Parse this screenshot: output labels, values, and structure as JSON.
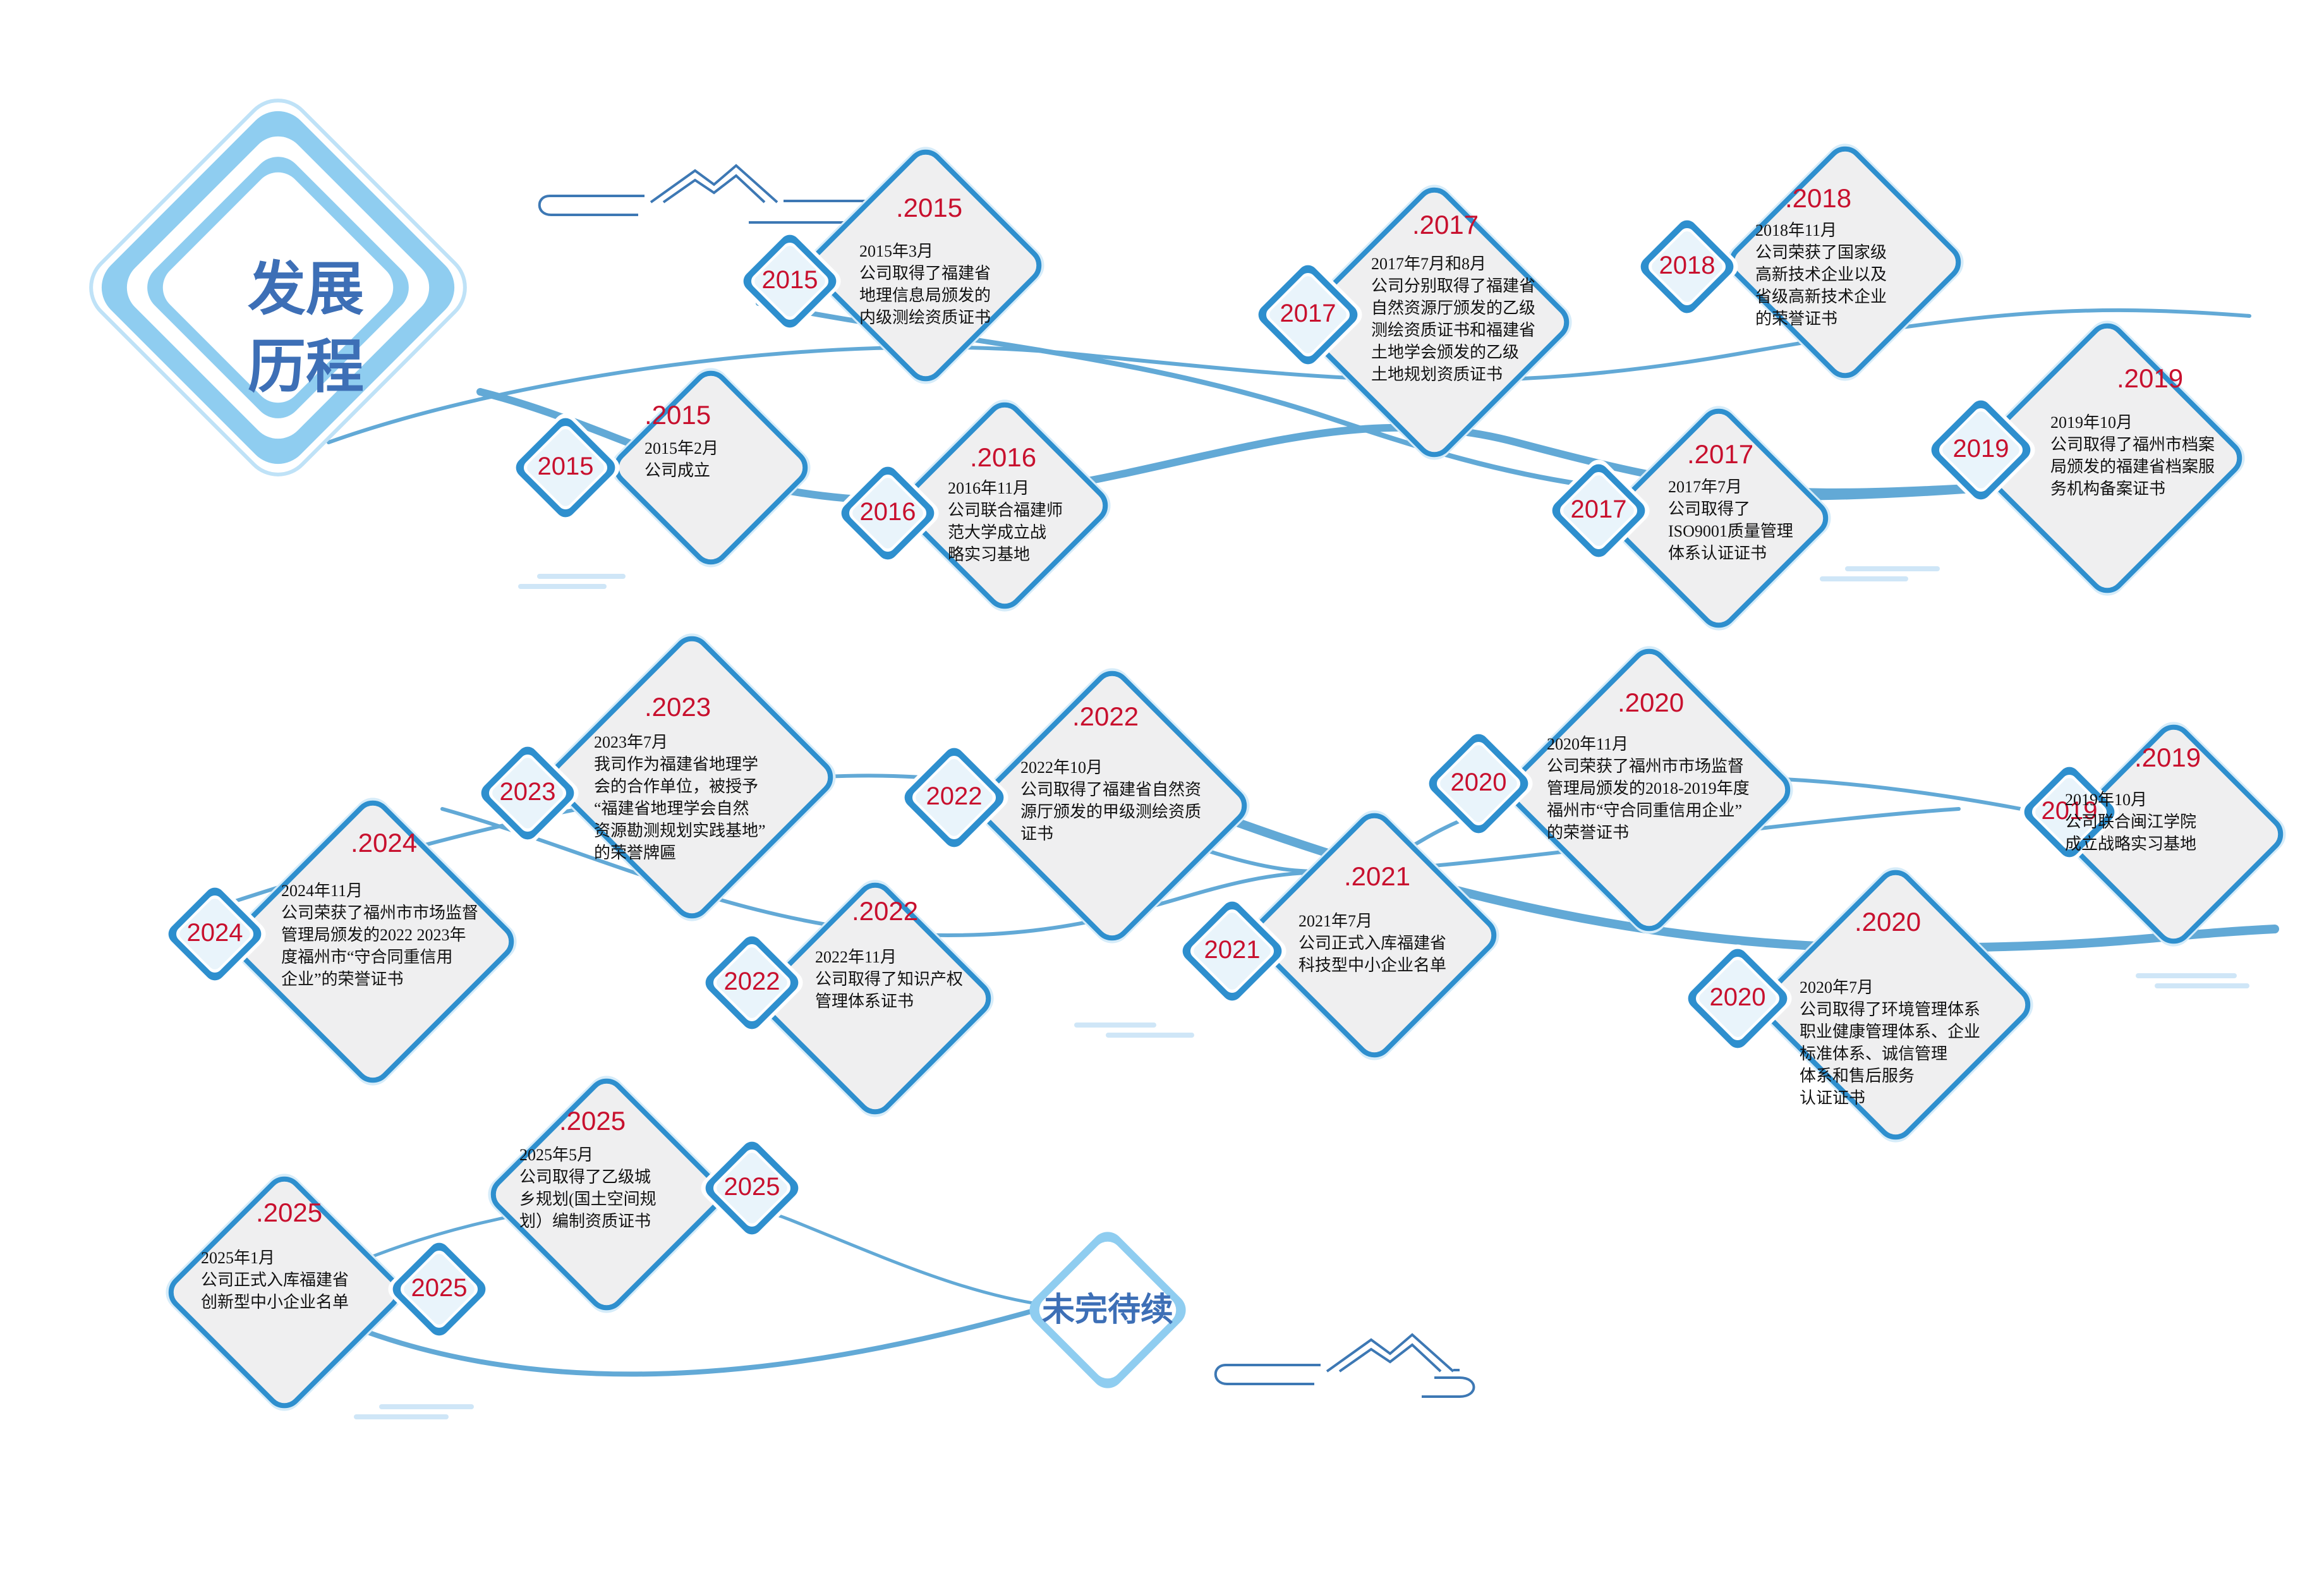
{
  "title": {
    "line1": "发展",
    "line2": "历程"
  },
  "end_label": "未完待续",
  "colors": {
    "primary_blue": "#2e8fce",
    "light_blue": "#8fcdf0",
    "card_fill": "#efeff0",
    "year_red": "#c8102e",
    "title_blue": "#3d6fb6"
  },
  "milestones": [
    {
      "badge": "2015",
      "year_label": ".2015",
      "lines": [
        "2015年2月",
        "公司成立"
      ]
    },
    {
      "badge": "2015",
      "year_label": ".2015",
      "lines": [
        "2015年3月",
        "公司取得了福建省",
        "地理信息局颁发的",
        "内级测绘资质证书"
      ]
    },
    {
      "badge": "2016",
      "year_label": ".2016",
      "lines": [
        "2016年11月",
        "公司联合福建师",
        "范大学成立战",
        "略实习基地"
      ]
    },
    {
      "badge": "2017",
      "year_label": ".2017",
      "lines": [
        "2017年7月和8月",
        "公司分别取得了福建省",
        "自然资源厅颁发的乙级",
        "测绘资质证书和福建省",
        "土地学会颁发的乙级",
        "土地规划资质证书"
      ]
    },
    {
      "badge": "2017",
      "year_label": ".2017",
      "lines": [
        "2017年7月",
        "公司取得了",
        "ISO9001质量管理",
        "体系认证证书"
      ]
    },
    {
      "badge": "2018",
      "year_label": ".2018",
      "lines": [
        "2018年11月",
        "公司荣获了国家级",
        "高新技术企业以及",
        "省级高新技术企业",
        "的荣誉证书"
      ]
    },
    {
      "badge": "2019",
      "year_label": ".2019",
      "lines": [
        "2019年10月",
        "公司取得了福州市档案",
        "局颁发的福建省档案服",
        "务机构备案证书"
      ]
    },
    {
      "badge": "2019",
      "year_label": ".2019",
      "lines": [
        "2019年10月",
        "公司联合闽江学院",
        "成立战略实习基地"
      ]
    },
    {
      "badge": "2020",
      "year_label": ".2020",
      "lines": [
        "2020年11月",
        "公司荣获了福州市市场监督",
        "管理局颁发的2018-2019年度",
        "福州市“守合同重信用企业”",
        "的荣誉证书"
      ]
    },
    {
      "badge": "2020",
      "year_label": ".2020",
      "lines": [
        "2020年7月",
        "公司取得了环境管理体系",
        "职业健康管理体系、企业",
        "标准体系、诚信管理",
        "体系和售后服务",
        "认证证书"
      ]
    },
    {
      "badge": "2021",
      "year_label": ".2021",
      "lines": [
        "2021年7月",
        "公司正式入库福建省",
        "科技型中小企业名单"
      ]
    },
    {
      "badge": "2022",
      "year_label": ".2022",
      "lines": [
        "2022年10月",
        "公司取得了福建省自然资",
        "源厅颁发的甲级测绘资质",
        "证书"
      ]
    },
    {
      "badge": "2022",
      "year_label": ".2022",
      "lines": [
        "2022年11月",
        "公司取得了知识产权",
        "管理体系证书"
      ]
    },
    {
      "badge": "2023",
      "year_label": ".2023",
      "lines": [
        "2023年7月",
        "我司作为福建省地理学",
        "会的合作单位，被授予",
        "“福建省地理学会自然",
        "资源勘测规划实践基地”",
        "的荣誉牌匾"
      ]
    },
    {
      "badge": "2024",
      "year_label": ".2024",
      "lines": [
        "2024年11月",
        "公司荣获了福州市市场监督",
        "管理局颁发的2022  2023年",
        "度福州市“守合同重信用",
        "企业”的荣誉证书"
      ]
    },
    {
      "badge": "2025",
      "year_label": ".2025",
      "lines": [
        "2025年5月",
        "公司取得了乙级城",
        "乡规划(国土空间规",
        "划）编制资质证书"
      ]
    },
    {
      "badge": "2025",
      "year_label": ".2025",
      "lines": [
        "2025年1月",
        "公司正式入库福建省",
        "创新型中小企业名单"
      ]
    }
  ]
}
